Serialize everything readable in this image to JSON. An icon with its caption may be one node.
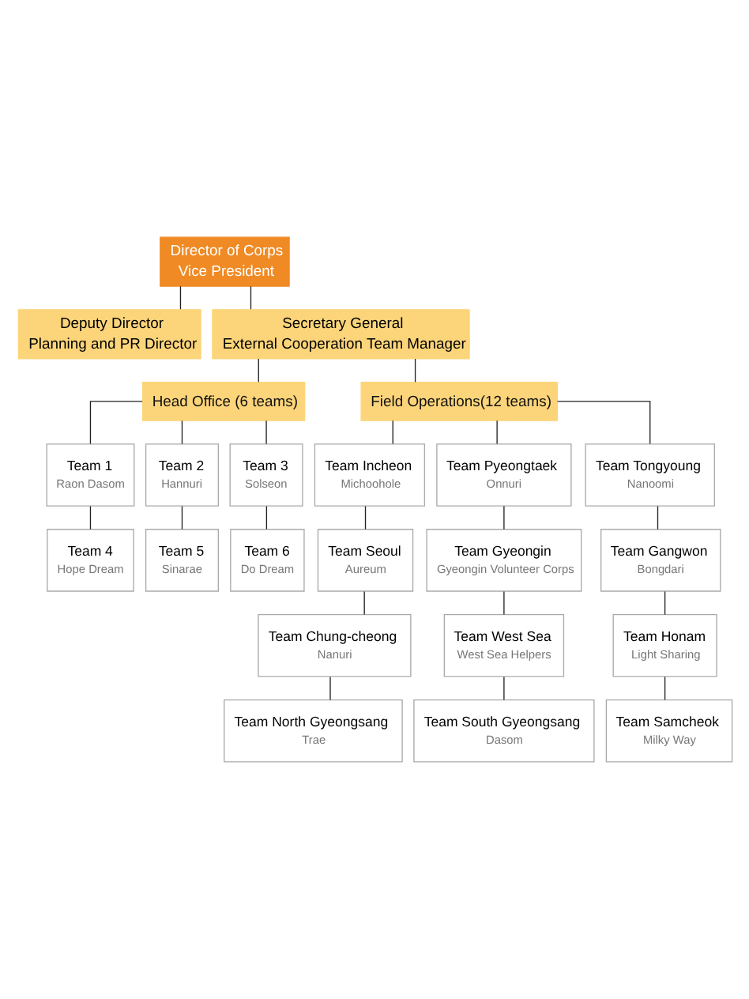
{
  "diagram": {
    "nodes": [
      {
        "text": [
          "Director of Corps",
          "Vice President"
        ]
      },
      {
        "text": [
          "Deputy Director",
          "Planning and PR Director"
        ]
      },
      {
        "text": [
          "Secretary General",
          "External Cooperation Team Manager"
        ]
      },
      {
        "text": [
          "Head Office (6 teams)"
        ]
      },
      {
        "text": [
          "Field Operations(12 teams)"
        ]
      },
      {
        "text": [
          "Team 1",
          "Raon Dasom"
        ]
      },
      {
        "text": [
          "Team 2",
          "Hannuri"
        ]
      },
      {
        "text": [
          "Team 3",
          "Solseon"
        ]
      },
      {
        "text": [
          "Team 4",
          "Hope Dream"
        ]
      },
      {
        "text": [
          "Team 5",
          "Sinarae"
        ]
      },
      {
        "text": [
          "Team 6",
          "Do Dream"
        ]
      },
      {
        "text": [
          "Team Incheon",
          "Michoohole"
        ]
      },
      {
        "text": [
          "Team Pyeongtaek",
          "Onnuri"
        ]
      },
      {
        "text": [
          "Team Tongyoung",
          "Nanoomi"
        ]
      },
      {
        "text": [
          "Team Seoul",
          "Aureum"
        ]
      },
      {
        "text": [
          "Team Gyeongin",
          "Gyeongin Volunteer Corps"
        ]
      },
      {
        "text": [
          "Team Gangwon",
          "Bongdari"
        ]
      },
      {
        "text": [
          "Team Chung-cheong",
          "Nanuri"
        ]
      },
      {
        "text": [
          "Team West Sea",
          "West Sea Helpers"
        ]
      },
      {
        "text": [
          "Team Honam",
          "Light Sharing"
        ]
      },
      {
        "text": [
          "Team North Gyeongsang",
          "Trae"
        ]
      },
      {
        "text": [
          "Team South Gyeongsang",
          "Dasom"
        ]
      },
      {
        "text": [
          "Team Samcheok",
          "Milky Way"
        ]
      }
    ],
    "edges": [
      {
        "from": 0,
        "to": 1,
        "arrow": "none"
      },
      {
        "from": 0,
        "to": 2,
        "arrow": "none"
      },
      {
        "from": 2,
        "to": 3,
        "arrow": "none"
      },
      {
        "from": 2,
        "to": 4,
        "arrow": "none"
      },
      {
        "from": 3,
        "to": 5,
        "arrow": "none"
      },
      {
        "from": 3,
        "to": 6,
        "arrow": "none"
      },
      {
        "from": 3,
        "to": 7,
        "arrow": "none"
      },
      {
        "from": 5,
        "to": 8,
        "arrow": "none"
      },
      {
        "from": 6,
        "to": 9,
        "arrow": "none"
      },
      {
        "from": 7,
        "to": 10,
        "arrow": "none"
      },
      {
        "from": 4,
        "to": 11,
        "arrow": "none"
      },
      {
        "from": 4,
        "to": 12,
        "arrow": "none"
      },
      {
        "from": 4,
        "to": 13,
        "arrow": "none"
      },
      {
        "from": 11,
        "to": 14,
        "arrow": "none"
      },
      {
        "from": 12,
        "to": 15,
        "arrow": "none"
      },
      {
        "from": 13,
        "to": 16,
        "arrow": "none"
      },
      {
        "from": 14,
        "to": 17,
        "arrow": "none"
      },
      {
        "from": 15,
        "to": 18,
        "arrow": "none"
      },
      {
        "from": 16,
        "to": 19,
        "arrow": "none"
      },
      {
        "from": 17,
        "to": 20,
        "arrow": "none"
      },
      {
        "from": 18,
        "to": 21,
        "arrow": "none"
      },
      {
        "from": 19,
        "to": 22,
        "arrow": "none"
      }
    ]
  }
}
